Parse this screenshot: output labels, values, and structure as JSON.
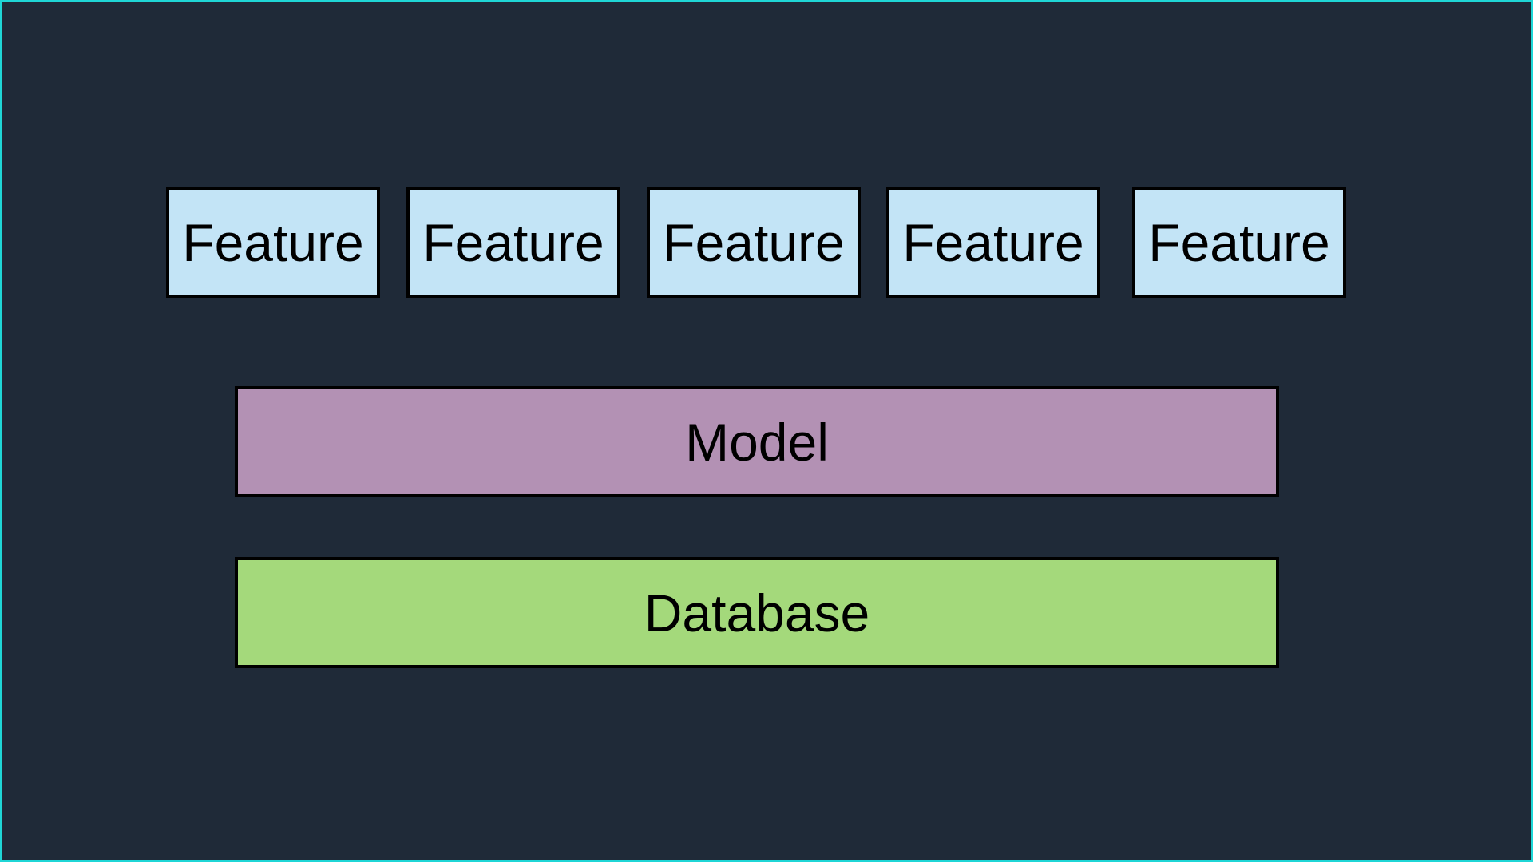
{
  "features": [
    {
      "label": "Feature"
    },
    {
      "label": "Feature"
    },
    {
      "label": "Feature"
    },
    {
      "label": "Feature"
    },
    {
      "label": "Feature"
    }
  ],
  "model": {
    "label": "Model"
  },
  "database": {
    "label": "Database"
  },
  "colors": {
    "background": "#1f2a38",
    "frame_border": "#1fd6d6",
    "feature_fill": "#c3e4f6",
    "model_fill": "#b391b4",
    "database_fill": "#a4d97b",
    "box_border": "#000000"
  }
}
